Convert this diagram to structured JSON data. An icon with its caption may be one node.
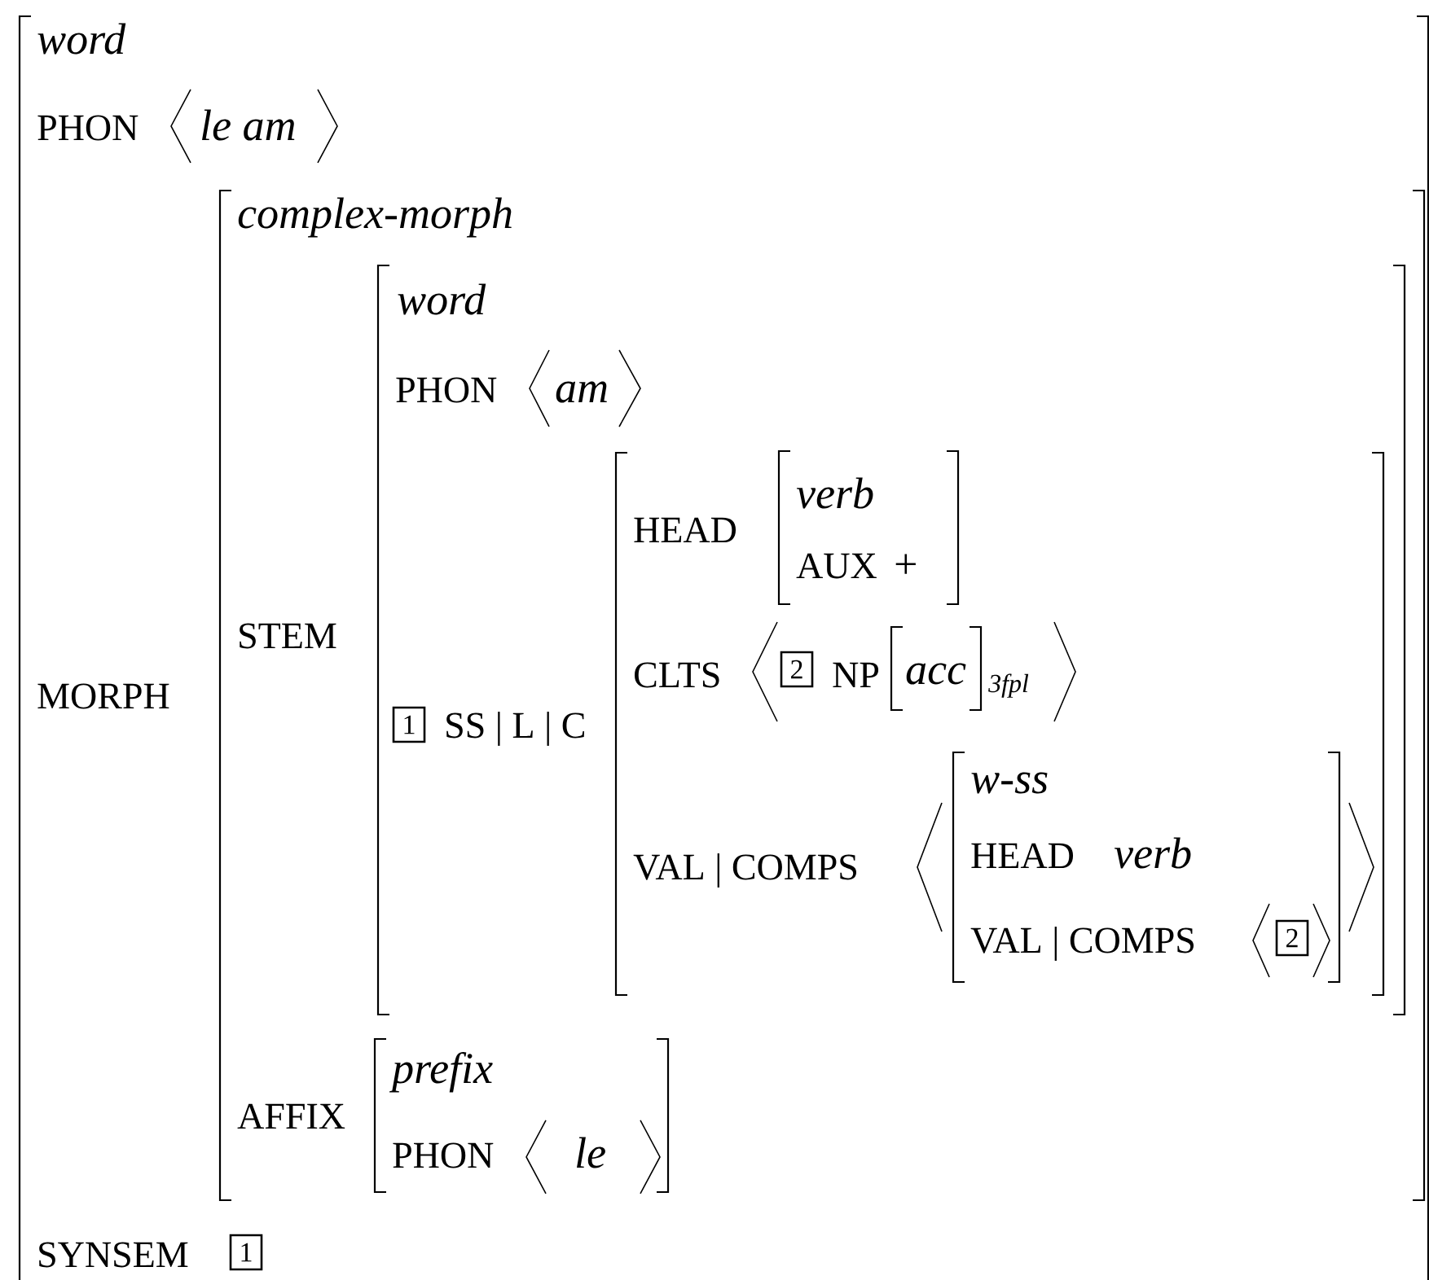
{
  "diagram": {
    "nodes": [
      {
        "text": [
          "word",
          "PHON",
          "le am",
          "MORPH",
          "SYNSEM",
          "1"
        ]
      },
      {
        "text": [
          "complex-morph",
          "STEM",
          "AFFIX"
        ],
        "in": 0
      },
      {
        "text": [
          "word",
          "PHON",
          "am",
          "1",
          "SS | L | C"
        ],
        "in": 1
      },
      {
        "text": [
          "HEAD",
          "CLTS",
          "2",
          "NP",
          "VAL | COMPS"
        ],
        "in": 2
      },
      {
        "text": [
          "verb",
          "AUX",
          "+"
        ],
        "in": 3
      },
      {
        "text": [
          "acc"
        ],
        "beside": [
          "3fpl"
        ],
        "in": 3
      },
      {
        "text": [
          "w-ss",
          "HEAD",
          "verb",
          "VAL | COMPS",
          "2"
        ],
        "in": 3
      },
      {
        "text": [
          "prefix",
          "PHON",
          "le"
        ],
        "in": 1
      }
    ]
  }
}
